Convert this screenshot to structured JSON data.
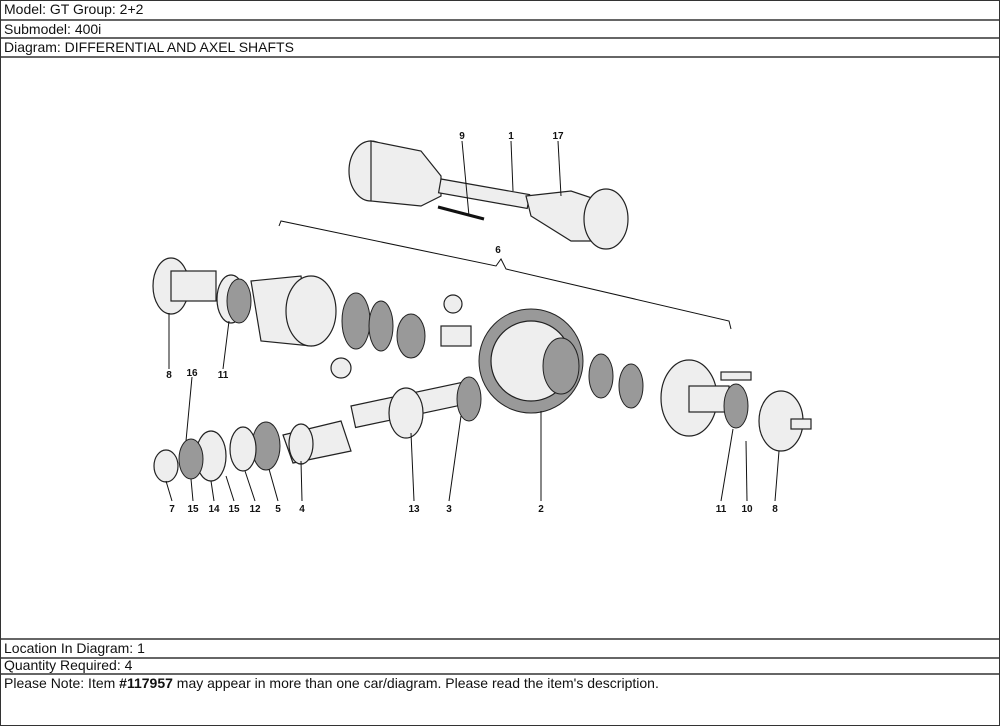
{
  "header": {
    "model": "Model: GT Group: 2+2",
    "submodel": "Submodel: 400i",
    "diagram": "Diagram: DIFFERENTIAL AND AXEL SHAFTS"
  },
  "callouts": [
    "9",
    "1",
    "17",
    "6",
    "8",
    "11",
    "16",
    "7",
    "15",
    "14",
    "15",
    "12",
    "5",
    "4",
    "13",
    "3",
    "2",
    "11",
    "10",
    "8"
  ],
  "footer": {
    "location": "Location In Diagram: 1",
    "quantity": "Quantity Required: 4",
    "note_prefix": "Please Note: Item ",
    "item_number": "#117957",
    "note_suffix": " may appear in more than one car/diagram. Please read the item's description."
  }
}
